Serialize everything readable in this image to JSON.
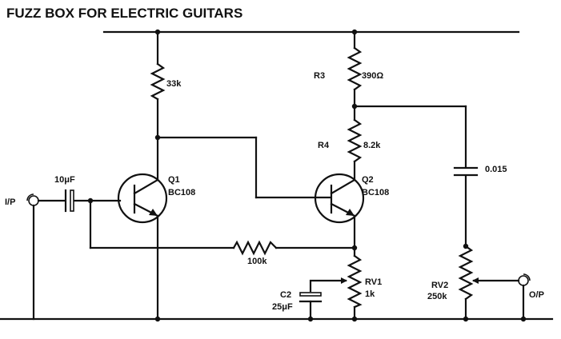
{
  "title": "FUZZ BOX FOR ELECTRIC  GUITARS",
  "components": {
    "r_collector_q1": {
      "value": "33k"
    },
    "r3": {
      "ref": "R3",
      "value": "390Ω"
    },
    "r4": {
      "ref": "R4",
      "value": "8.2k"
    },
    "r_feedback": {
      "value": "100k"
    },
    "c_input": {
      "value": "10μF"
    },
    "c_output": {
      "value": "0.015"
    },
    "c2": {
      "ref": "C2",
      "value": "25μF"
    },
    "q1": {
      "ref": "Q1",
      "part": "BC108"
    },
    "q2": {
      "ref": "Q2",
      "part": "BC108"
    },
    "rv1": {
      "ref": "RV1",
      "value": "1k"
    },
    "rv2": {
      "ref": "RV2",
      "value": "250k"
    }
  },
  "ports": {
    "input": "I/P",
    "output": "O/P"
  }
}
